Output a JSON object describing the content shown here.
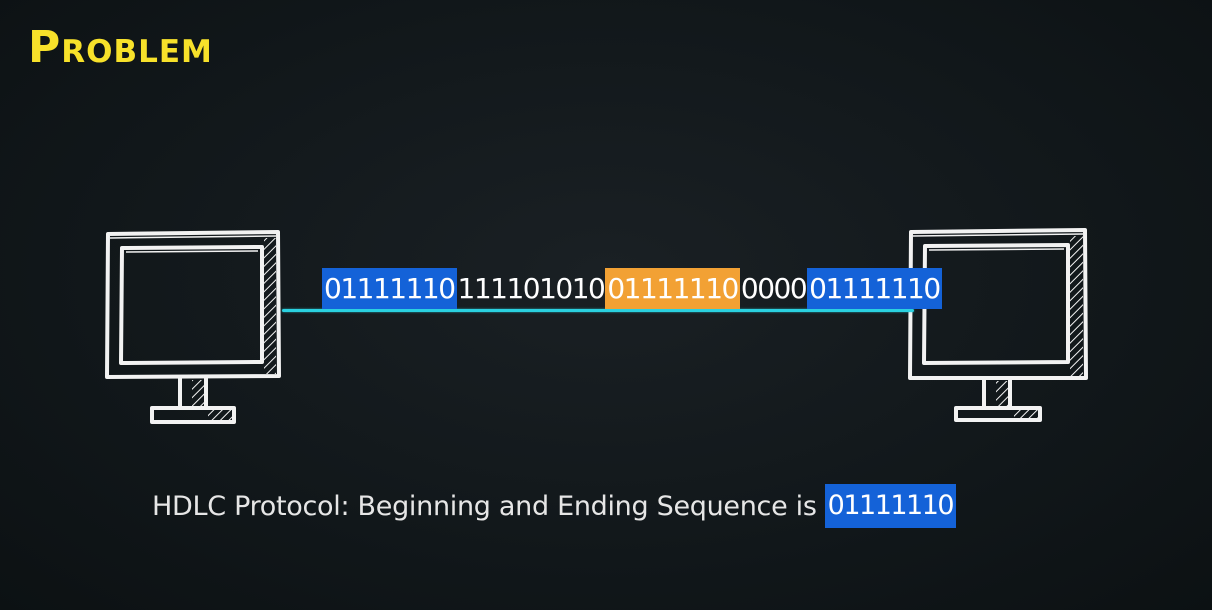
{
  "slide": {
    "title": "Problem",
    "colors": {
      "background": "#11171a",
      "title": "#f7e12a",
      "link_line": "#2ad1e0",
      "flag_blue": "#1462d8",
      "flag_orange": "#f2a134",
      "text": "#ffffff"
    }
  },
  "diagram": {
    "left_node_icon": "computer-monitor-icon",
    "right_node_icon": "computer-monitor-icon",
    "bitstream": [
      {
        "text": "01111110",
        "highlight": "blue"
      },
      {
        "text": "111101010",
        "highlight": "none"
      },
      {
        "text": "01111110",
        "highlight": "orange"
      },
      {
        "text": "0000",
        "highlight": "none"
      },
      {
        "text": "01111110",
        "highlight": "blue"
      }
    ]
  },
  "caption": {
    "text": "HDLC Protocol: Beginning and Ending Sequence is",
    "highlight": "01111110"
  }
}
